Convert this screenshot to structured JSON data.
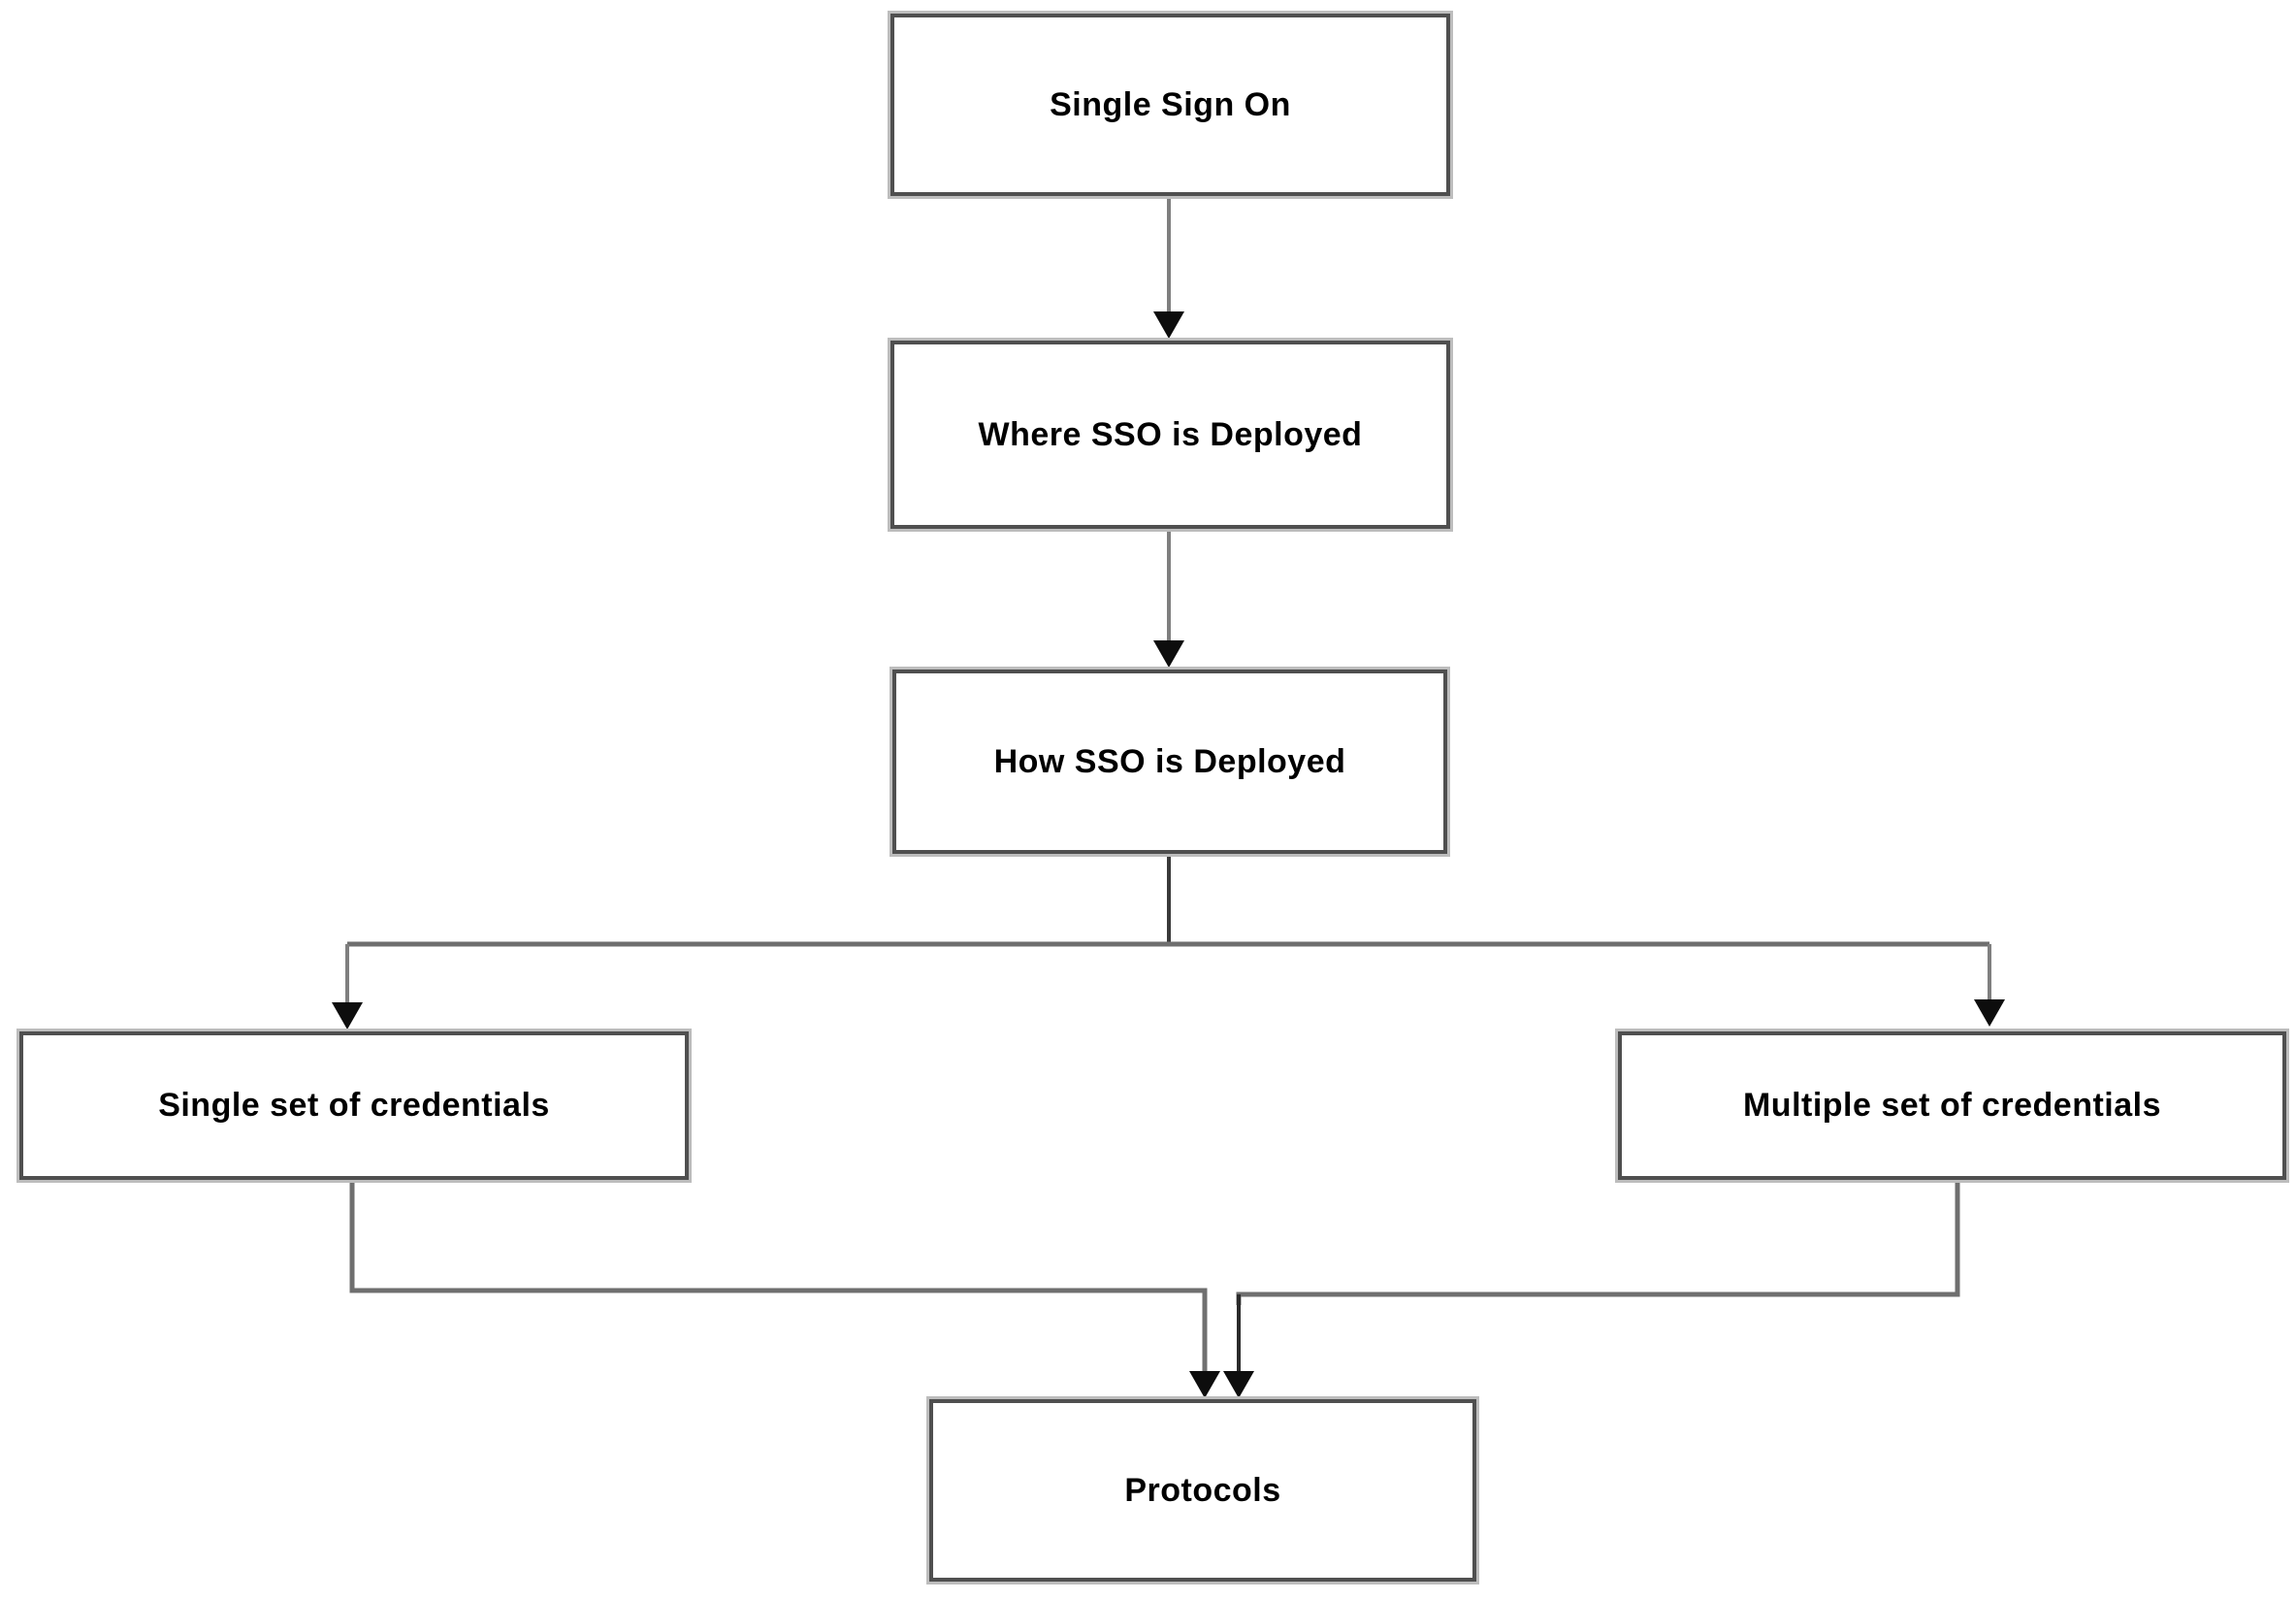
{
  "diagram": {
    "background_color": "#ffffff",
    "nodes": [
      {
        "id": "single-sign-on",
        "label": "Single Sign On"
      },
      {
        "id": "where-sso-is-deployed",
        "label": "Where SSO is Deployed"
      },
      {
        "id": "how-sso-is-deployed",
        "label": "How SSO is Deployed"
      },
      {
        "id": "single-set-of-credentials",
        "label": "Single set of credentials"
      },
      {
        "id": "multiple-set-of-credentials",
        "label": "Multiple set of credentials"
      },
      {
        "id": "protocols",
        "label": "Protocols"
      }
    ],
    "edges": [
      {
        "from": "Single Sign On",
        "to": "Where SSO is Deployed",
        "style": "straight-arrow"
      },
      {
        "from": "Where SSO is Deployed",
        "to": "How SSO is Deployed",
        "style": "straight-arrow"
      },
      {
        "from": "How SSO is Deployed",
        "to": "Single set of credentials",
        "style": "elbow-arrow"
      },
      {
        "from": "How SSO is Deployed",
        "to": "Multiple set of credentials",
        "style": "elbow-arrow"
      },
      {
        "from": "Single set of credentials",
        "to": "Protocols",
        "style": "elbow-arrow"
      },
      {
        "from": "Multiple set of credentials",
        "to": "Protocols",
        "style": "elbow-arrow"
      }
    ],
    "colors": {
      "node_fill": "#ffffff",
      "node_border": "#4f4f4f",
      "node_border_halo": "#bdbdbd",
      "node_text": "#000000",
      "connector": "#7f7f7f",
      "connector_dark": "#3a3a3a",
      "arrowhead": "#0d0d0d"
    }
  }
}
